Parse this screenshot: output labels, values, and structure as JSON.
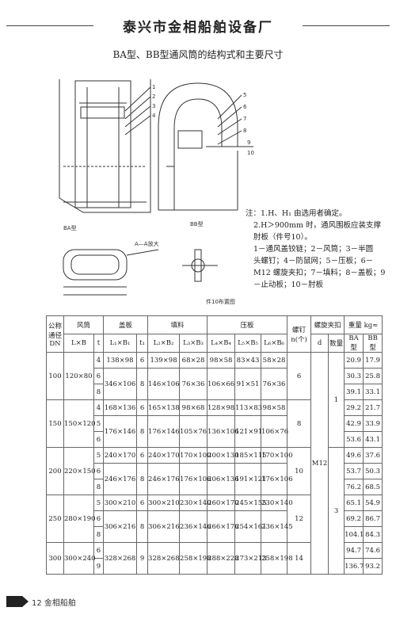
{
  "header": {
    "company": "泰兴市金相船舶设备厂"
  },
  "subtitle": "BA型、BB型通风筒的结构式和主要尺寸",
  "notes": [
    "注：1.H、H₁ 由选用者确定。",
    "2.H＞900mm 时，通风围板应装支撑",
    "肘板（件号10）。",
    "1－通风盖铰链；2－风筒；3－半圆",
    "头螺钉；4－防鼠网；5－压板；6－",
    "M12 螺旋夹扣；7－填料；8－盖板；9",
    "－止动板；10－肘板"
  ],
  "table": {
    "headers": {
      "dn": "公称通径DN",
      "duct": "风筒",
      "coaming": "盖板",
      "filler": "填料",
      "press": "压板",
      "screws": "螺钉n(个)",
      "clamp": "螺旋夹扣",
      "weight": "重量 kg≈",
      "lxb": "L×B",
      "t": "t",
      "l1b1": "L₁×B₁",
      "t1": "t₁",
      "l2b2": "L₂×B₂",
      "l3b3": "L₃×B₃",
      "l4b4": "L₄×B₄",
      "l5b5": "L₅×B₅",
      "l6b6": "L₆×B₆",
      "d": "d",
      "qty": "数量",
      "ba": "BA 型",
      "bb": "BB 型"
    },
    "groups": [
      {
        "dn": "100",
        "lxb": "120×80",
        "screws": "6",
        "rows": [
          {
            "t": "4",
            "ba": "20.9",
            "bb": "17.9"
          },
          {
            "t": "6",
            "ba": "30.3",
            "bb": "25.8"
          },
          {
            "t": "8",
            "ba": "39.1",
            "bb": "33.1"
          }
        ],
        "a": {
          "l1b1": "138×98",
          "t1": "6",
          "l2b2": "139×98",
          "l3b3": "68×28",
          "l4b4": "98×58",
          "l5b5": "83×43",
          "l6b6": "58×28"
        },
        "b": {
          "l1b1": "346×106",
          "t1": "8",
          "l2b2": "146×106",
          "l3b3": "76×36",
          "l4b4": "106×66",
          "l5b5": "91×51",
          "l6b6": "76×36"
        }
      },
      {
        "dn": "150",
        "lxb": "150×120",
        "screws": "8",
        "rows": [
          {
            "t": "4",
            "ba": "29.2",
            "bb": "21.7"
          },
          {
            "t": "5",
            "ba": "42.9",
            "bb": "33.9"
          },
          {
            "t": "6",
            "ba": "53.6",
            "bb": "43.1"
          }
        ],
        "a": {
          "l1b1": "168×136",
          "t1": "6",
          "l2b2": "165×138",
          "l3b3": "98×68",
          "l4b4": "128×98",
          "l5b5": "113×83",
          "l6b6": "98×58"
        },
        "b": {
          "l1b1": "176×146",
          "t1": "8",
          "l2b2": "176×146",
          "l3b3": "105×76",
          "l4b4": "136×106",
          "l5b5": "121×91",
          "l6b6": "106×76"
        }
      },
      {
        "dn": "200",
        "lxb": "220×150",
        "screws": "10",
        "rows": [
          {
            "t": "5",
            "ba": "49.6",
            "bb": "37.6"
          },
          {
            "t": "6",
            "ba": "53.7",
            "bb": "50.3"
          },
          {
            "t": "8",
            "ba": "76.2",
            "bb": "68.5"
          }
        ],
        "a": {
          "l1b1": "240×170",
          "t1": "6",
          "l2b2": "240×170",
          "l3b3": "170×100",
          "l4b4": "200×130",
          "l5b5": "185×115",
          "l6b6": "170×100"
        },
        "b": {
          "l1b1": "246×176",
          "t1": "8",
          "l2b2": "246×176",
          "l3b3": "176×106",
          "l4b4": "206×136",
          "l5b5": "191×121",
          "l6b6": "176×106"
        }
      },
      {
        "dn": "250",
        "lxb": "280×190",
        "screws": "12",
        "rows": [
          {
            "t": "5",
            "ba": "65.1",
            "bb": "54.9"
          },
          {
            "t": "6",
            "ba": "69.2",
            "bb": "86.7"
          },
          {
            "t": "8",
            "ba": "104.1",
            "bb": "84.3"
          }
        ],
        "a": {
          "l1b1": "300×210",
          "t1": "6",
          "l2b2": "300×210",
          "l3b3": "230×140",
          "l4b4": "260×170",
          "l5b5": "245×155",
          "l6b6": "230×140"
        },
        "b": {
          "l1b1": "306×216",
          "t1": "8",
          "l2b2": "306×216",
          "l3b3": "236×146",
          "l4b4": "266×176",
          "l5b5": "254×161",
          "l6b6": "236×145"
        }
      },
      {
        "dn": "300",
        "lxb": "300×240",
        "screws": "14",
        "rows": [
          {
            "t": "6",
            "ba": "94.7",
            "bb": "74.6"
          },
          {
            "t": "9",
            "ba": "136.7",
            "bb": "93.2"
          }
        ],
        "a": {
          "l1b1": "328×268",
          "t1": "9",
          "l2b2": "328×268",
          "l3b3": "258×198",
          "l4b4": "288×228",
          "l5b5": "273×213",
          "l6b6": "258×198"
        }
      }
    ],
    "clamp_d": "M12",
    "clamp_qty_a": "1",
    "clamp_qty_b": "3"
  },
  "drawing": {
    "labels": [
      "1",
      "2",
      "3",
      "4",
      "5",
      "6",
      "7",
      "8",
      "9",
      "10"
    ],
    "caption_left": "BA型",
    "caption_right": "BB型",
    "callout_section": "A—A放大",
    "callout_detail": "件10布置图"
  },
  "footer": {
    "page": "12",
    "brand": "金相船舶"
  }
}
